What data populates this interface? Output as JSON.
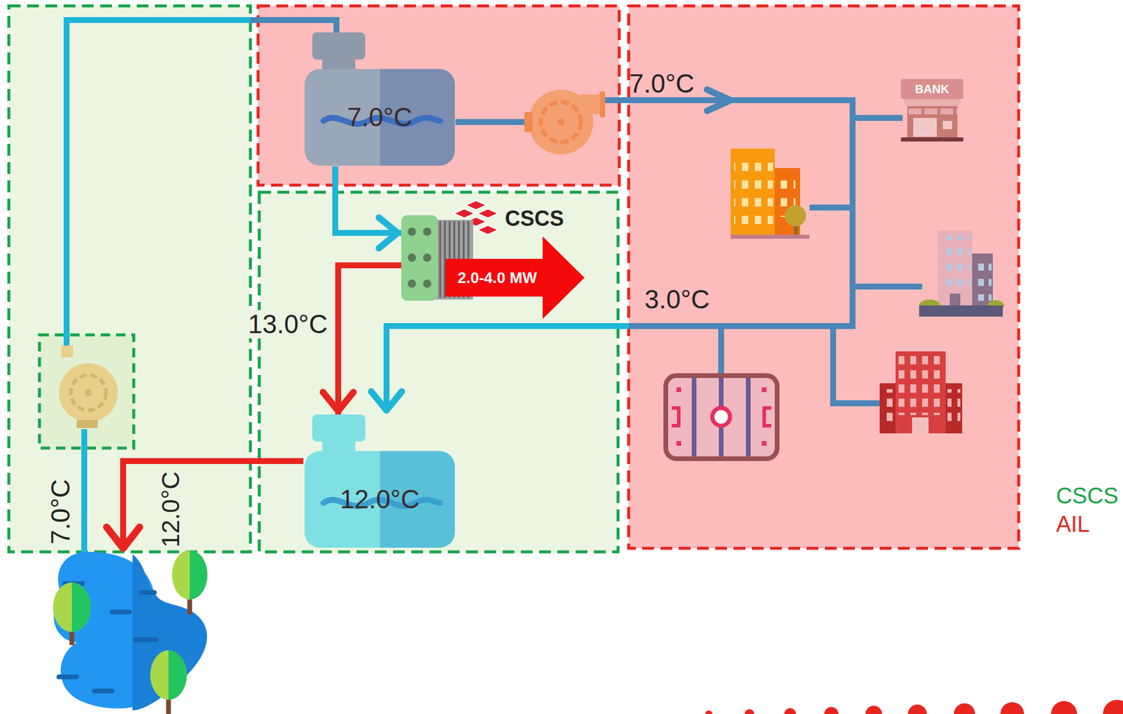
{
  "diagram": {
    "nodes": [
      {
        "text": [
          "7.0°C"
        ]
      },
      {
        "text": [
          "CSCS"
        ]
      },
      {
        "text": [
          "2.0-4.0 MW"
        ]
      },
      {
        "text": [
          "12.0°C"
        ]
      }
    ],
    "edges": [
      {
        "from": 0,
        "to": 1,
        "arrow": "to"
      },
      {
        "from": 1,
        "to": 3,
        "arrow": "to",
        "label": "13.0°C"
      }
    ],
    "labels": [
      "7.0°C",
      "3.0°C",
      "7.0°C",
      "12.0°C",
      "BANK"
    ],
    "legend": [
      {
        "text": "CSCS",
        "color": "#16a34a"
      },
      {
        "text": "AIL",
        "color": "#e8251f"
      }
    ]
  }
}
